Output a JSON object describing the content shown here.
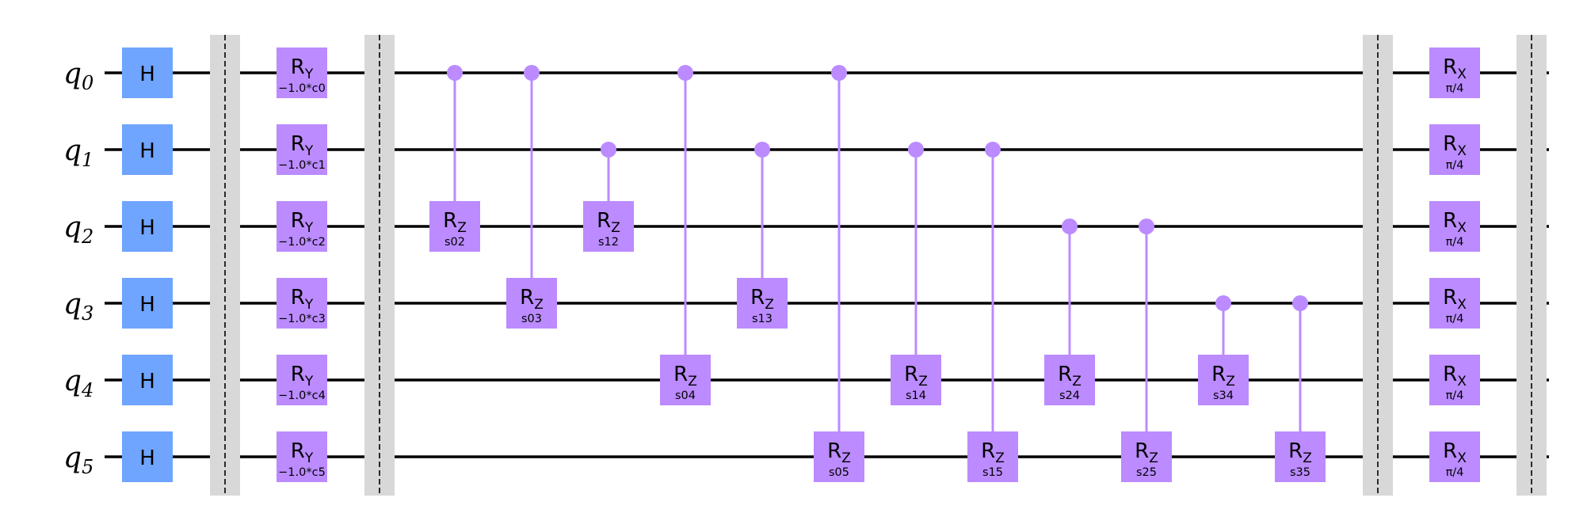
{
  "qubits": [
    {
      "name": "q",
      "index": "0"
    },
    {
      "name": "q",
      "index": "1"
    },
    {
      "name": "q",
      "index": "2"
    },
    {
      "name": "q",
      "index": "3"
    },
    {
      "name": "q",
      "index": "4"
    },
    {
      "name": "q",
      "index": "5"
    }
  ],
  "colors": {
    "h_gate": "#6fa4ff",
    "rot_gate": "#bb8bff",
    "barrier": "#d8d8d8",
    "wire": "#000000"
  },
  "h_layer": {
    "label": "H",
    "qubits": [
      0,
      1,
      2,
      3,
      4,
      5
    ]
  },
  "ry_layer": {
    "name": "R",
    "sub": "Y",
    "gates": [
      {
        "qubit": 0,
        "param": "−1.0*c0"
      },
      {
        "qubit": 1,
        "param": "−1.0*c1"
      },
      {
        "qubit": 2,
        "param": "−1.0*c2"
      },
      {
        "qubit": 3,
        "param": "−1.0*c3"
      },
      {
        "qubit": 4,
        "param": "−1.0*c4"
      },
      {
        "qubit": 5,
        "param": "−1.0*c5"
      }
    ]
  },
  "crz_gates": [
    {
      "control": 0,
      "target": 2,
      "name": "R",
      "sub": "Z",
      "param": "s02"
    },
    {
      "control": 0,
      "target": 3,
      "name": "R",
      "sub": "Z",
      "param": "s03"
    },
    {
      "control": 1,
      "target": 2,
      "name": "R",
      "sub": "Z",
      "param": "s12"
    },
    {
      "control": 0,
      "target": 4,
      "name": "R",
      "sub": "Z",
      "param": "s04"
    },
    {
      "control": 1,
      "target": 3,
      "name": "R",
      "sub": "Z",
      "param": "s13"
    },
    {
      "control": 0,
      "target": 5,
      "name": "R",
      "sub": "Z",
      "param": "s05"
    },
    {
      "control": 1,
      "target": 4,
      "name": "R",
      "sub": "Z",
      "param": "s14"
    },
    {
      "control": 1,
      "target": 5,
      "name": "R",
      "sub": "Z",
      "param": "s15"
    },
    {
      "control": 2,
      "target": 4,
      "name": "R",
      "sub": "Z",
      "param": "s24"
    },
    {
      "control": 2,
      "target": 5,
      "name": "R",
      "sub": "Z",
      "param": "s25"
    },
    {
      "control": 3,
      "target": 4,
      "name": "R",
      "sub": "Z",
      "param": "s34"
    },
    {
      "control": 3,
      "target": 5,
      "name": "R",
      "sub": "Z",
      "param": "s35"
    }
  ],
  "rx_layer": {
    "name": "R",
    "sub": "X",
    "gates": [
      {
        "qubit": 0,
        "param": "π/4"
      },
      {
        "qubit": 1,
        "param": "π/4"
      },
      {
        "qubit": 2,
        "param": "π/4"
      },
      {
        "qubit": 3,
        "param": "π/4"
      },
      {
        "qubit": 4,
        "param": "π/4"
      },
      {
        "qubit": 5,
        "param": "π/4"
      }
    ]
  },
  "barrier_count": 4
}
